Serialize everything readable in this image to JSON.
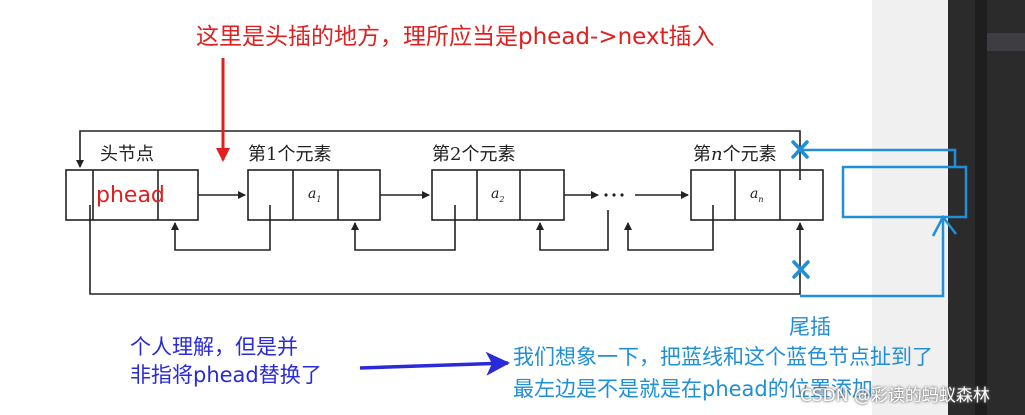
{
  "annotation_top": "这里是头插的地方，理所应当是phead->next插入",
  "annotation_left_line1": "个人理解，但是并",
  "annotation_left_line2": "非指将phead替换了",
  "annotation_right_line1": "我们想象一下，把蓝线和这个蓝色节点扯到了",
  "annotation_right_line2": "最左边是不是就是在phead的位置添加",
  "tail_label": "尾插",
  "phead_label": "phead",
  "diagram": {
    "head_node_label": "头节点",
    "nodes": [
      {
        "title": "第1个元素",
        "value": "a",
        "sub": "1"
      },
      {
        "title": "第2个元素",
        "value": "a",
        "sub": "2"
      },
      {
        "title_pre": "第",
        "title_n": "n",
        "title_post": "个元素",
        "value": "a",
        "sub": "n"
      }
    ],
    "ellipsis": "···"
  },
  "watermark": "CSDN @彩读的蚂蚁森林",
  "colors": {
    "red": "#e02020",
    "blue": "#2a2ad8",
    "cyan": "#1f8fd8",
    "line": "#222222"
  }
}
